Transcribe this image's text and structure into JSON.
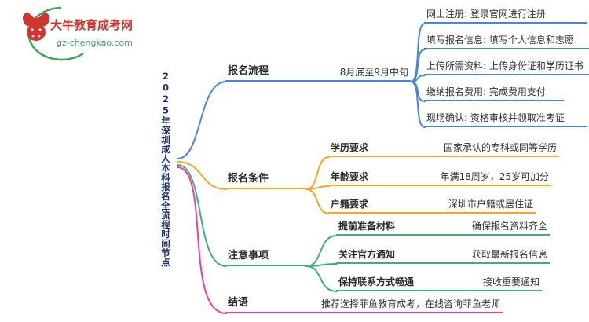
{
  "logo": {
    "brand": "大牛教育成考网",
    "domain": "gz-chengkao.com"
  },
  "root": {
    "title": "2025年深圳成人本科报名全流程时间节点"
  },
  "colors": {
    "process_blue": "#4a86d8",
    "conditions_yellow": "#f5a623",
    "notes_green": "#3bb273",
    "conclusion_pink": "#ed3f9a",
    "title_navy": "#1c2f6e",
    "logo_red": "#d3342e",
    "logo_green": "#3aa557"
  },
  "process": {
    "label": "报名流程",
    "time": "8月底至9月中旬",
    "steps": [
      "网上注册: 登录官网进行注册",
      "填写报名信息: 填写个人信息和志愿",
      "上传所需资料: 上传身份证和学历证书",
      "缴纳报名费用: 完成费用支付",
      "现场确认: 资格审核并领取准考证"
    ]
  },
  "conditions": {
    "label": "报名条件",
    "items": [
      {
        "key": "学历要求",
        "value": "国家承认的专科或同等学历"
      },
      {
        "key": "年龄要求",
        "value": "年满18周岁，25岁可加分"
      },
      {
        "key": "户籍要求",
        "value": "深圳市户籍或居住证"
      }
    ]
  },
  "notes": {
    "label": "注意事项",
    "items": [
      {
        "key": "提前准备材料",
        "value": "确保报名资料齐全"
      },
      {
        "key": "关注官方通知",
        "value": "获取最新报名信息"
      },
      {
        "key": "保持联系方式畅通",
        "value": "接收重要通知"
      }
    ]
  },
  "conclusion": {
    "label": "结语",
    "value": "推荐选择菲鱼教育成考，在线咨询菲鱼老师"
  }
}
